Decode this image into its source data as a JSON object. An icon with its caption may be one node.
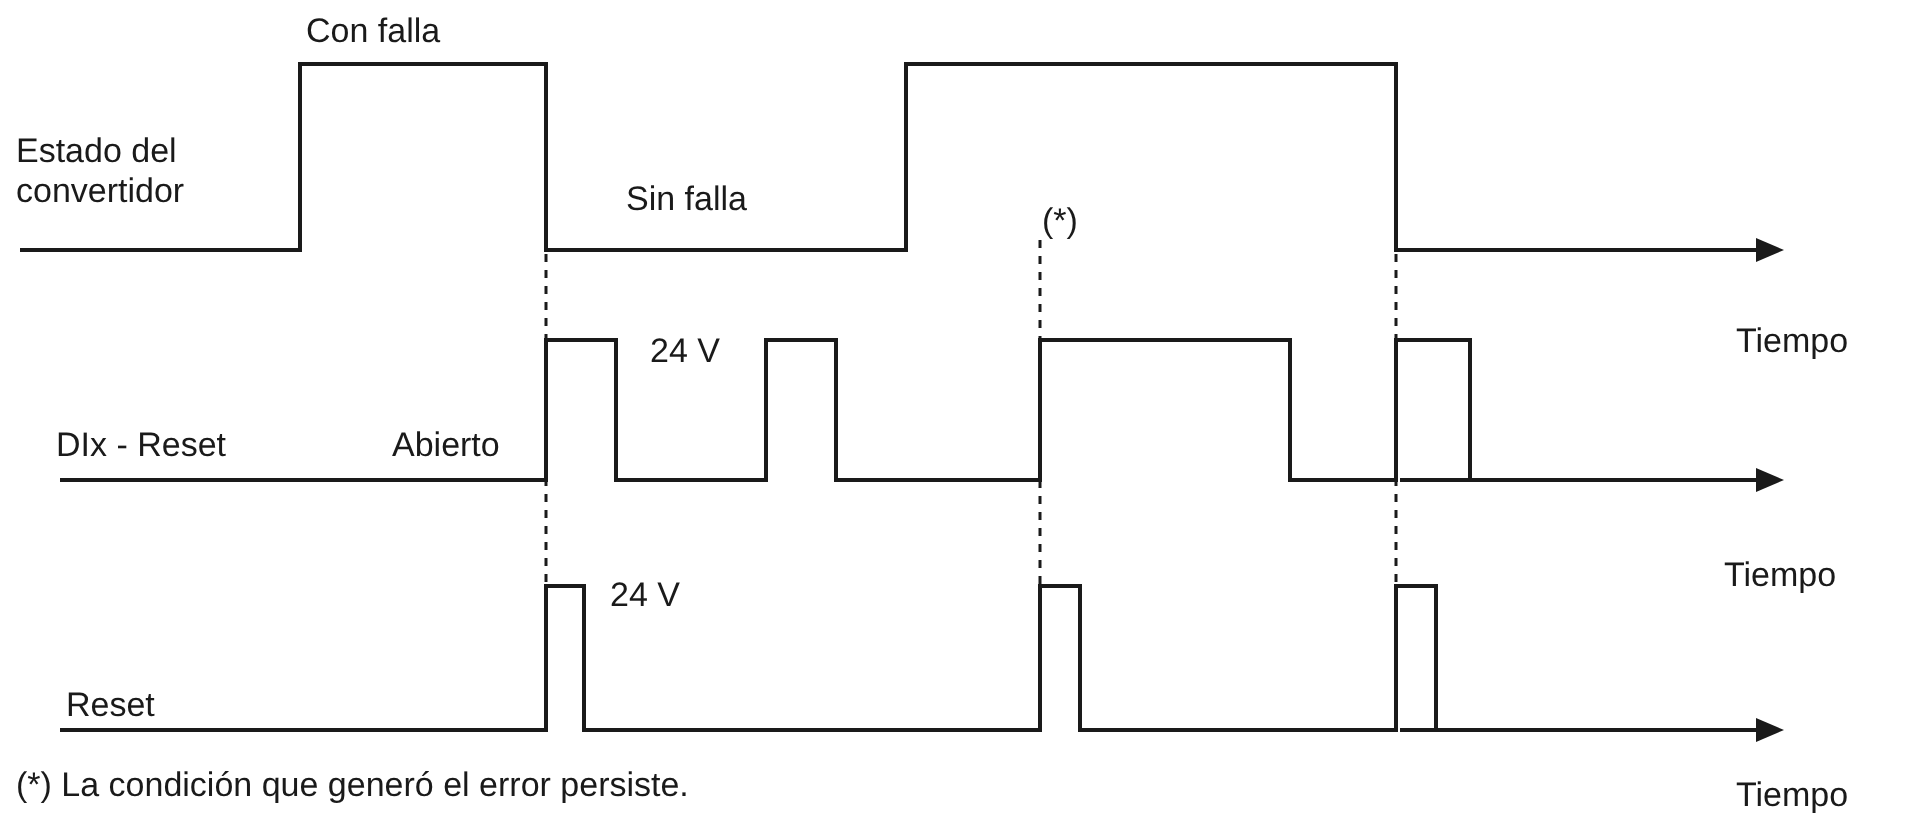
{
  "diagram": {
    "labels": [
      "Con falla",
      "Estado del convertidor",
      "Sin falla",
      "(*)",
      "Tiempo",
      "24 V",
      "DIx - Reset",
      "Abierto",
      "Tiempo",
      "24 V",
      "Reset",
      "(*) La condición que generó el error persiste.",
      "Tiempo"
    ]
  }
}
